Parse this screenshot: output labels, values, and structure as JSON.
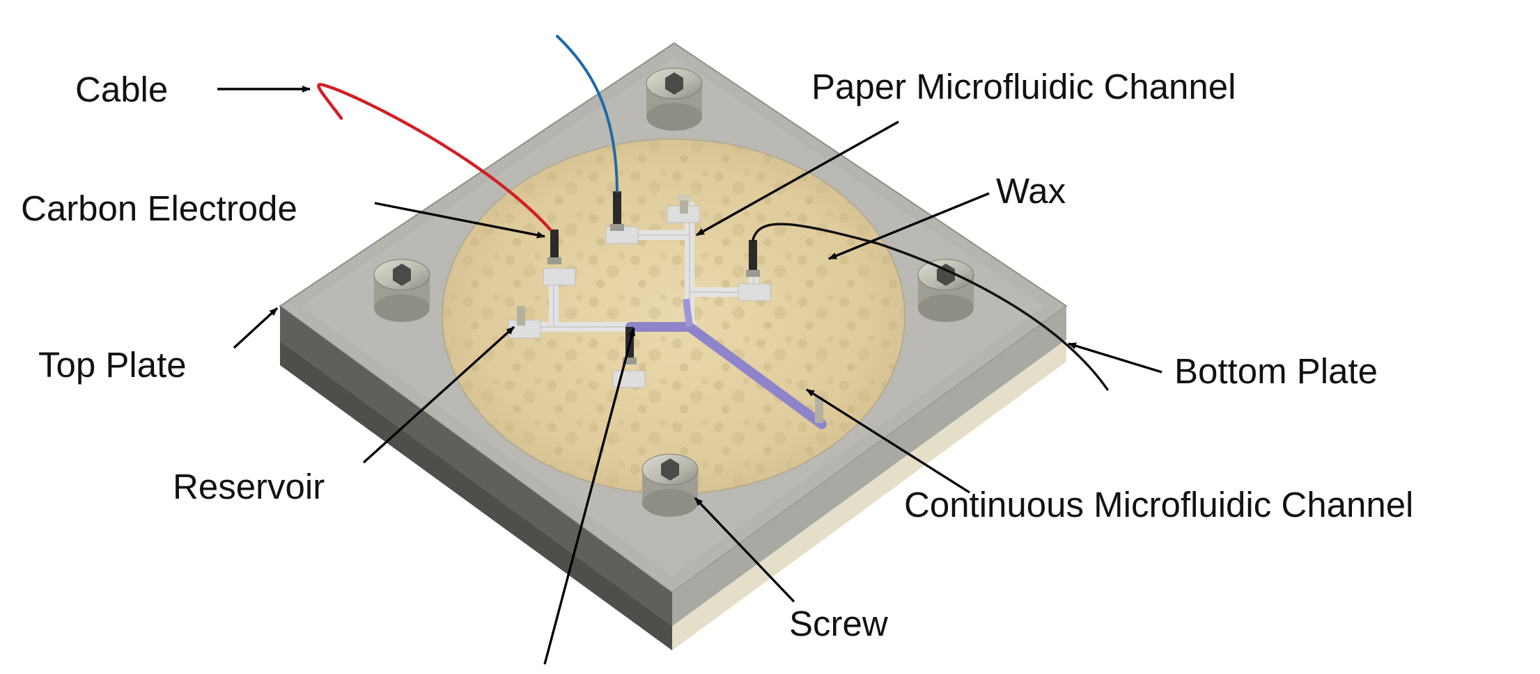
{
  "colors": {
    "cable_red": "#d21f26",
    "cable_blue": "#1d69a8",
    "paper_wax": "#e2cfa2",
    "channel_paper": "#dcdcdc",
    "channel_continuous": "#8d84c9",
    "plate": "#b5b4ae",
    "text": "#111111"
  },
  "labels": {
    "cable": "Cable",
    "paper_channel": "Paper Microfluidic Channel",
    "carbon_electrode": "Carbon Electrode",
    "wax": "Wax",
    "top_plate": "Top Plate",
    "bottom_plate": "Bottom Plate",
    "reservoir": "Reservoir",
    "continuous_channel": "Continuous Microfluidic Channel",
    "screw": "Screw"
  }
}
